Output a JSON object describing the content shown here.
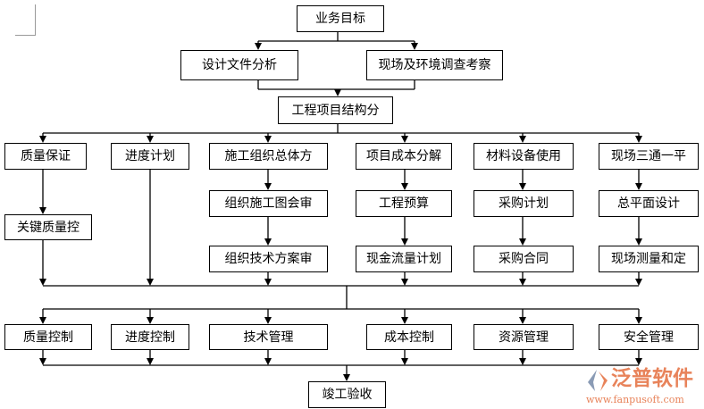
{
  "nodes": {
    "goal": "业务目标",
    "design": "设计文件分析",
    "survey": "现场及环境调查考察",
    "wbs": "工程项目结构分",
    "row1": [
      "质量保证",
      "进度计划",
      "施工组织总体方",
      "项目成本分解",
      "材料设备使用",
      "现场三通一平"
    ],
    "row2": [
      "",
      "",
      "组织施工图会审",
      "工程预算",
      "采购计划",
      "总平面设计"
    ],
    "key_quality": "关键质量控",
    "row3": [
      "",
      "",
      "组织技术方案审",
      "现金流量计划",
      "采购合同",
      "现场测量和定"
    ],
    "row4": [
      "质量控制",
      "进度控制",
      "技术管理",
      "成本控制",
      "资源管理",
      "安全管理"
    ],
    "final": "竣工验收"
  },
  "watermark": {
    "name": "泛普软件",
    "url": "www.fanpusoft.com",
    "color": "#e8835a"
  },
  "colors": {
    "line": "#000000",
    "background": "#ffffff"
  }
}
